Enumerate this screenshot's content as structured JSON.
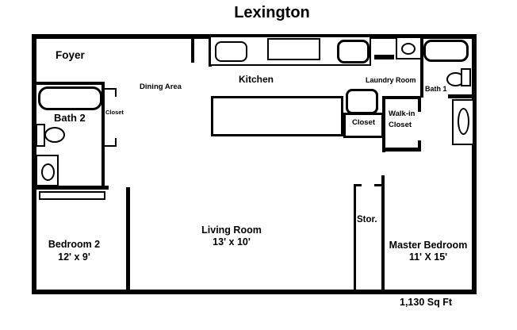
{
  "title": "Lexington",
  "area_label": "1,130 Sq Ft",
  "rooms": {
    "foyer": {
      "label": "Foyer"
    },
    "dining_area": {
      "label": "Dining Area"
    },
    "kitchen": {
      "label": "Kitchen"
    },
    "laundry_room": {
      "label": "Laundry Room"
    },
    "bath1": {
      "label": "Bath 1"
    },
    "bath2": {
      "label": "Bath 2"
    },
    "bath2_closet": {
      "label": "Closet"
    },
    "hall_closet": {
      "label": "Closet"
    },
    "walk_in_closet": {
      "line1": "Walk-in",
      "line2": "Closet"
    },
    "storage": {
      "label": "Stor."
    },
    "bedroom2": {
      "label": "Bedroom 2",
      "dimensions": "12' x 9'"
    },
    "living_room": {
      "label": "Living Room",
      "dimensions": "13' x 10'"
    },
    "master_bedroom": {
      "label": "Master Bedroom",
      "dimensions": "11' X 15'"
    }
  },
  "colors": {
    "wall": "#000000",
    "background": "#ffffff"
  }
}
